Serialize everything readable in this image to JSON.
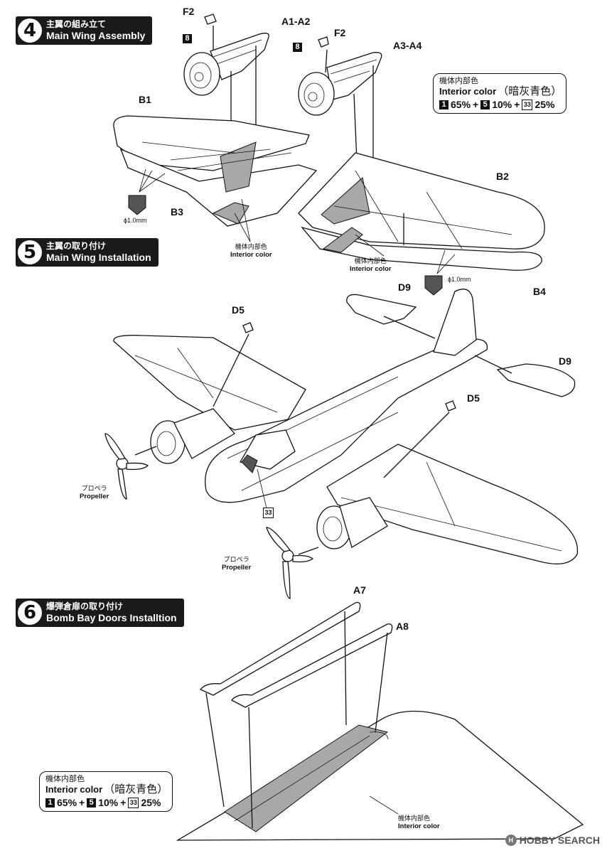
{
  "steps": [
    {
      "number": "4",
      "title_jp": "主翼の組み立て",
      "title_en": "Main Wing Assembly"
    },
    {
      "number": "5",
      "title_jp": "主翼の取り付け",
      "title_en": "Main Wing Installation"
    },
    {
      "number": "6",
      "title_jp": "爆弾倉扉の取り付け",
      "title_en": "Bomb Bay Doors Installtion"
    }
  ],
  "parts": {
    "f2": "F2",
    "a1a2": "A1-A2",
    "a3a4": "A3-A4",
    "b1": "B1",
    "b2": "B2",
    "b3": "B3",
    "b4": "B4",
    "d5": "D5",
    "d9": "D9",
    "a7": "A7",
    "a8": "A8"
  },
  "paint_codes": {
    "code8": "8",
    "code1": "1",
    "code5": "5",
    "code33": "33"
  },
  "drill": {
    "size": "ϕ1.0mm"
  },
  "interior_label": {
    "jp": "機体内部色",
    "en": "Interior color"
  },
  "propeller_label": {
    "jp": "プロペラ",
    "en": "Propeller"
  },
  "color_box": {
    "jp": "機体内部色",
    "en": "Interior color",
    "jp_name": "（暗灰青色）",
    "mix": [
      "65%",
      "10%",
      "25%"
    ]
  },
  "watermark": {
    "logo": "H",
    "text": "HOBBY SEARCH"
  }
}
